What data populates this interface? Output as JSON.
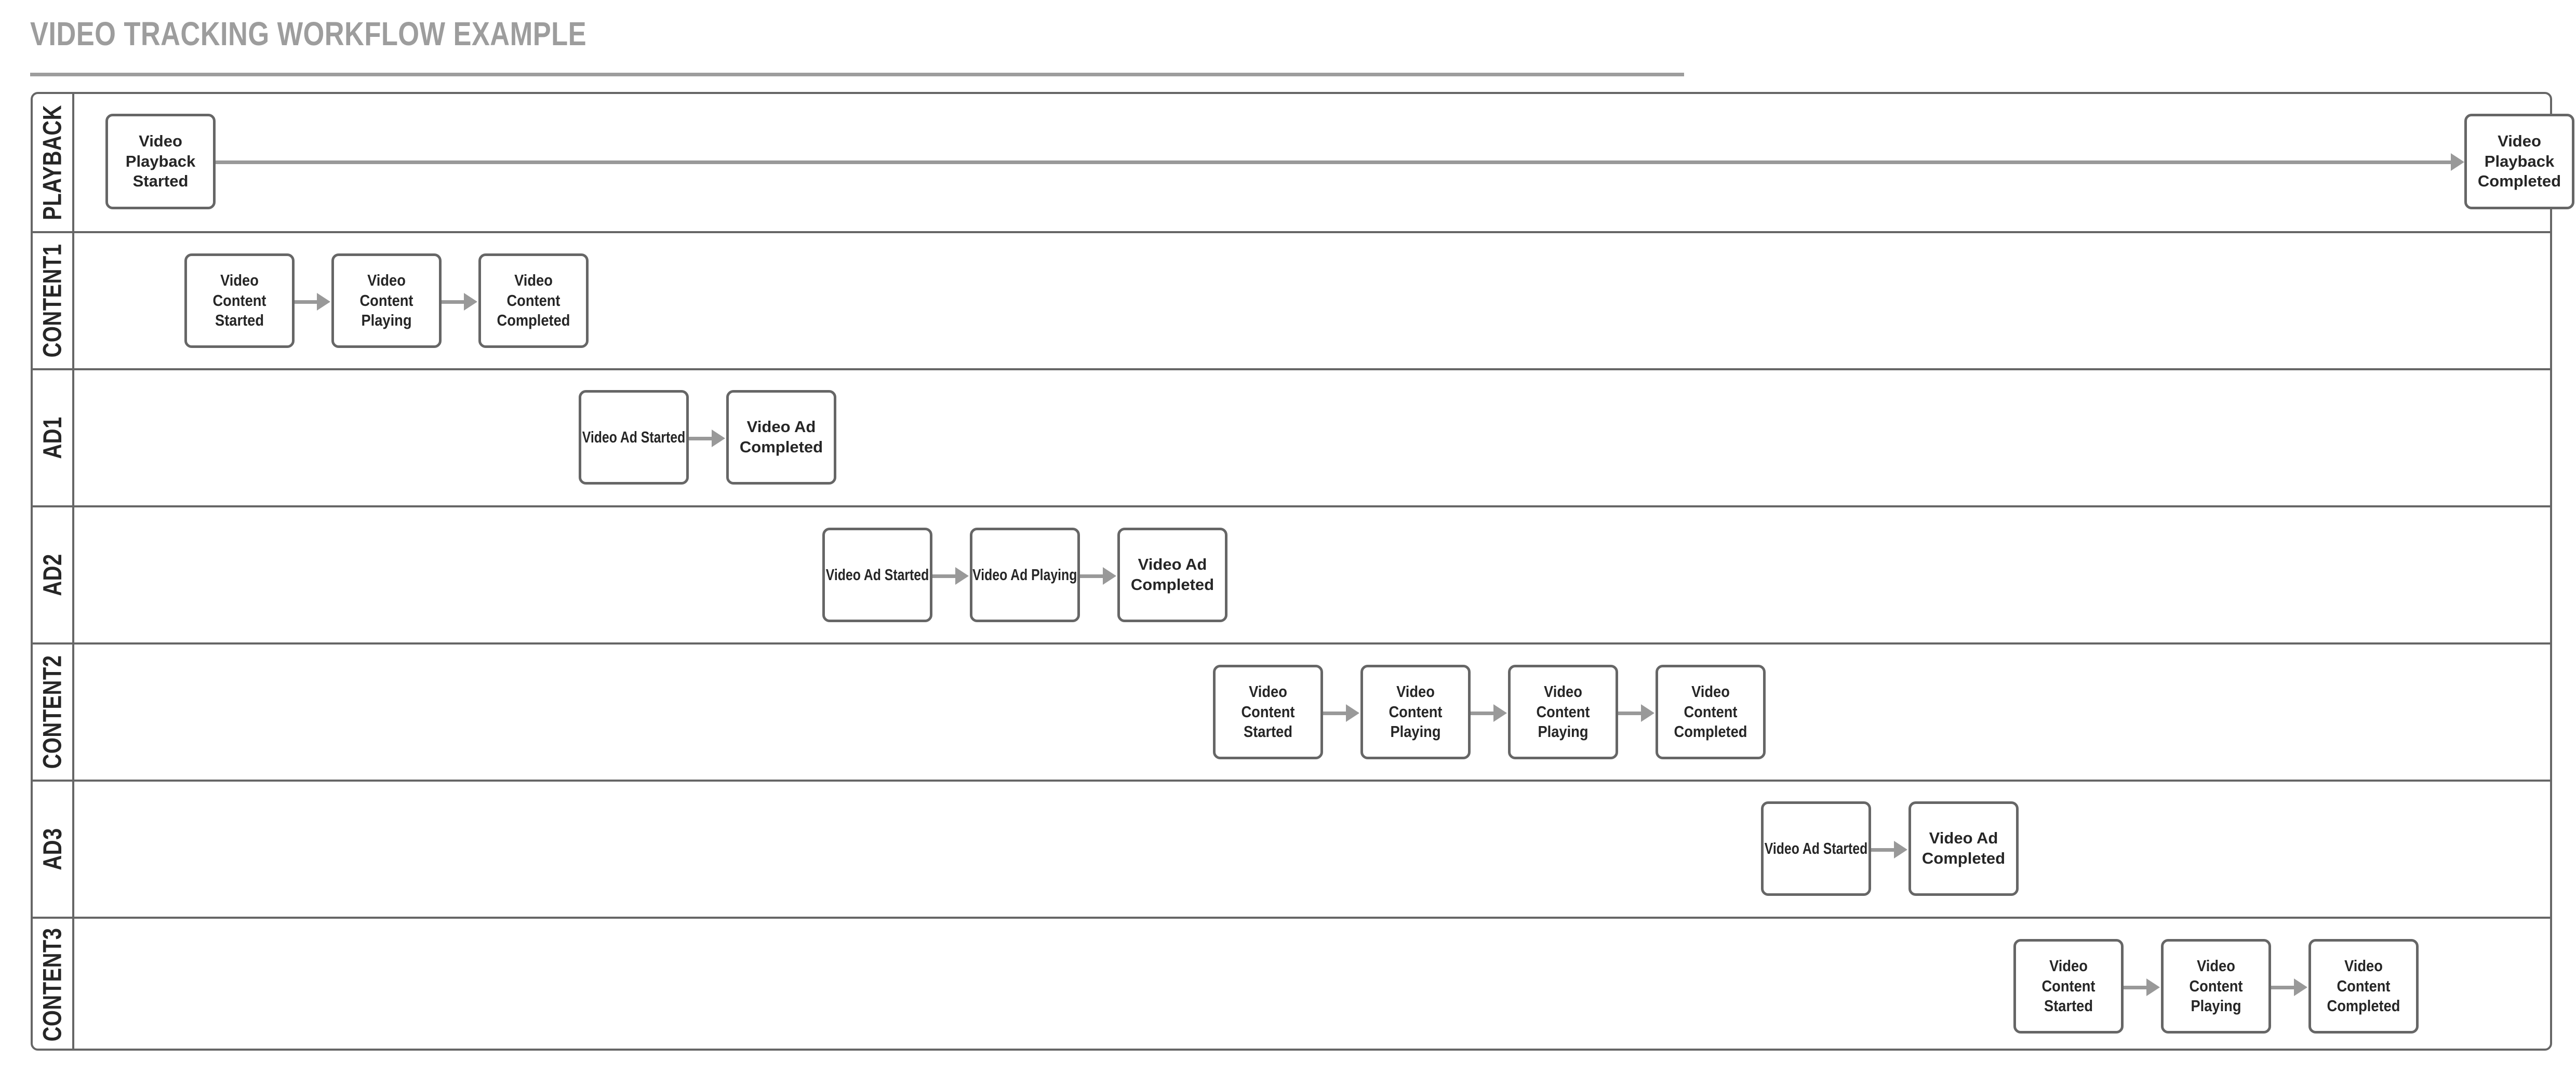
{
  "title": "VIDEO TRACKING WORKFLOW EXAMPLE",
  "pool": {
    "lanes": [
      {
        "id": "playback",
        "label": "PLAYBACK",
        "tasks": [
          {
            "id": "playback-started",
            "label": "Video Playback\nStarted"
          },
          {
            "id": "playback-completed",
            "label": "Video Playback\nCompleted"
          }
        ]
      },
      {
        "id": "content1",
        "label": "CONTENT1",
        "tasks": [
          {
            "id": "content1-started",
            "label": "Video Content\nStarted"
          },
          {
            "id": "content1-playing",
            "label": "Video Content\nPlaying"
          },
          {
            "id": "content1-completed",
            "label": "Video Content\nCompleted"
          }
        ]
      },
      {
        "id": "ad1",
        "label": "AD1",
        "tasks": [
          {
            "id": "ad1-started",
            "label": "Video Ad Started"
          },
          {
            "id": "ad1-completed",
            "label": "Video Ad\nCompleted"
          }
        ]
      },
      {
        "id": "ad2",
        "label": "AD2",
        "tasks": [
          {
            "id": "ad2-started",
            "label": "Video Ad Started"
          },
          {
            "id": "ad2-playing",
            "label": "Video Ad Playing"
          },
          {
            "id": "ad2-completed",
            "label": "Video Ad\nCompleted"
          }
        ]
      },
      {
        "id": "content2",
        "label": "CONTENT2",
        "tasks": [
          {
            "id": "content2-started",
            "label": "Video Content\nStarted"
          },
          {
            "id": "content2-playing-1",
            "label": "Video Content\nPlaying"
          },
          {
            "id": "content2-playing-2",
            "label": "Video Content\nPlaying"
          },
          {
            "id": "content2-completed",
            "label": "Video Content\nCompleted"
          }
        ]
      },
      {
        "id": "ad3",
        "label": "AD3",
        "tasks": [
          {
            "id": "ad3-started",
            "label": "Video Ad Started"
          },
          {
            "id": "ad3-completed",
            "label": "Video Ad\nCompleted"
          }
        ]
      },
      {
        "id": "content3",
        "label": "CONTENT3",
        "tasks": [
          {
            "id": "content3-started",
            "label": "Video Content\nStarted"
          },
          {
            "id": "content3-playing",
            "label": "Video Content\nPlaying"
          },
          {
            "id": "content3-completed",
            "label": "Video Content\nCompleted"
          }
        ]
      }
    ]
  },
  "colors": {
    "title": "#9d9d9d",
    "lane_border": "#666666",
    "task_border": "#666666",
    "task_text": "#262626",
    "connector": "#999999",
    "background": "#ffffff"
  }
}
